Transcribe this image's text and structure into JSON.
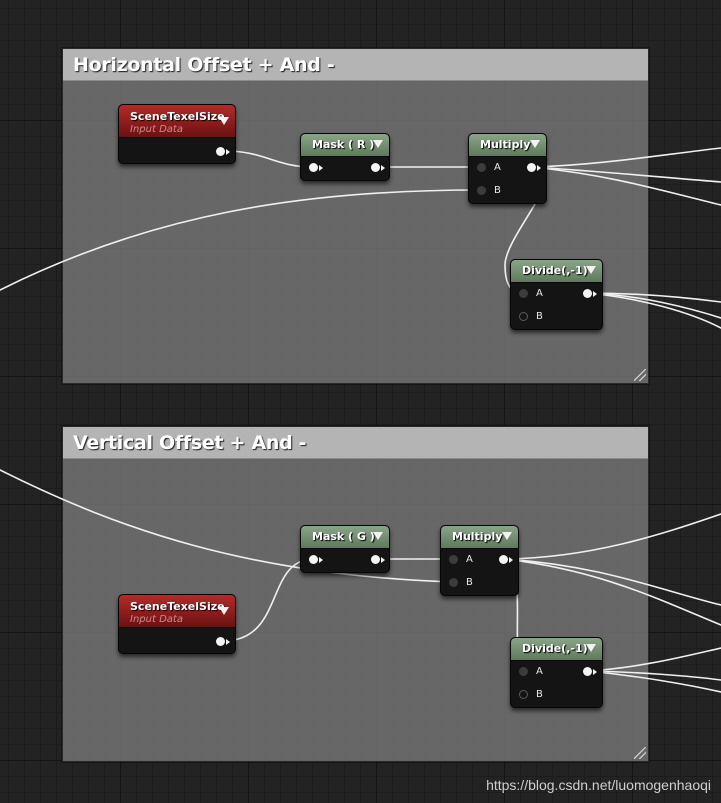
{
  "groups": {
    "horizontal": {
      "comment_title": "Horizontal Offset + And -",
      "scene_texel": {
        "title": "SceneTexelSize",
        "subtitle": "Input Data"
      },
      "mask": {
        "title": "Mask ( R )"
      },
      "multiply": {
        "title": "Multiply",
        "pin_a": "A",
        "pin_b": "B"
      },
      "divide": {
        "title": "Divide(,-1)",
        "pin_a": "A",
        "pin_b": "B"
      }
    },
    "vertical": {
      "comment_title": "Vertical Offset + And -",
      "scene_texel": {
        "title": "SceneTexelSize",
        "subtitle": "Input Data"
      },
      "mask": {
        "title": "Mask ( G )"
      },
      "multiply": {
        "title": "Multiply",
        "pin_a": "A",
        "pin_b": "B"
      },
      "divide": {
        "title": "Divide(,-1)",
        "pin_a": "A",
        "pin_b": "B"
      }
    }
  },
  "watermark": "https://blog.csdn.net/luomogenhaoqi",
  "colors": {
    "comment_header": "#b4b4b4",
    "comment_body": "#767676",
    "material_node_header": "#6f8b6c",
    "scene_texture_header": "#9a1f1f",
    "wire": "#f0f0f0"
  }
}
